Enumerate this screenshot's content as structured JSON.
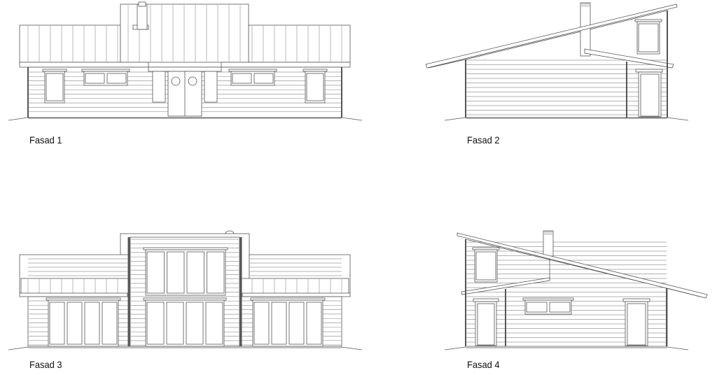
{
  "drawings": [
    {
      "label": "Fasad 1"
    },
    {
      "label": "Fasad 2"
    },
    {
      "label": "Fasad 3"
    },
    {
      "label": "Fasad 4"
    }
  ],
  "colors": {
    "line": "#555555",
    "siding": "#9a9a9a",
    "background": "#ffffff"
  }
}
